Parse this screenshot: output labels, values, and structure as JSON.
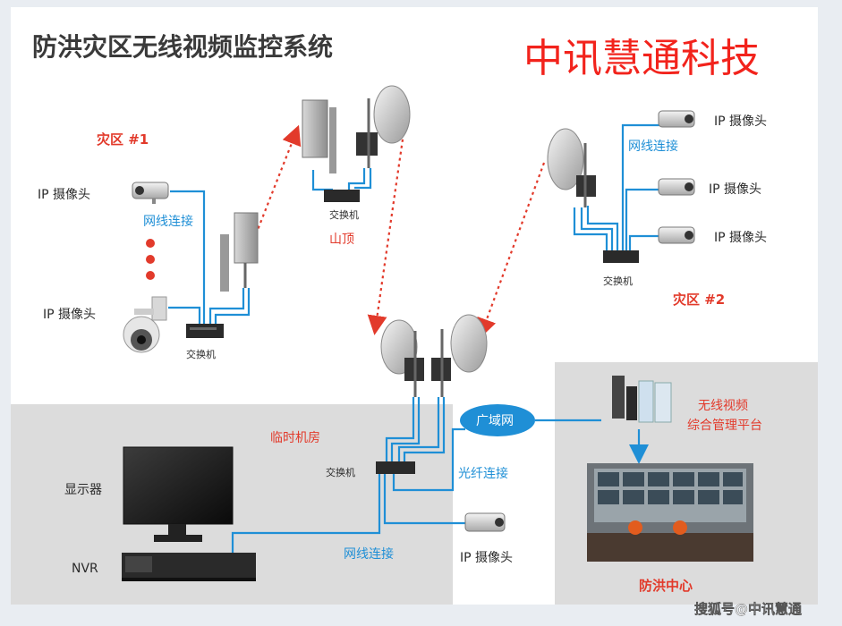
{
  "title": "防洪灾区无线视频监控系统",
  "brand": "中讯慧通科技",
  "zone1": {
    "name": "灾区 #1",
    "camera_top": "IP 摄像头",
    "camera_bottom": "IP 摄像头",
    "cable": "网线连接",
    "switch": "交换机"
  },
  "mountain": {
    "name": "山顶",
    "switch": "交换机"
  },
  "zone2": {
    "name": "灾区 #2",
    "camera1": "IP 摄像头",
    "camera2": "IP 摄像头",
    "camera3": "IP 摄像头",
    "cable": "网线连接",
    "switch": "交换机"
  },
  "temp_room": {
    "name": "临时机房",
    "switch": "交换机",
    "fiber": "光纤连接",
    "cable": "网线连接",
    "camera": "IP 摄像头",
    "monitor": "显示器",
    "nvr": "NVR",
    "wan": "广域网"
  },
  "center": {
    "platform_line1": "无线视频",
    "platform_line2": "综合管理平台",
    "name": "防洪中心"
  },
  "watermark": "搜狐号@中讯慧通",
  "colors": {
    "red": "#e23a2b",
    "blue": "#1f8fd6",
    "brand": "#f2231c"
  }
}
